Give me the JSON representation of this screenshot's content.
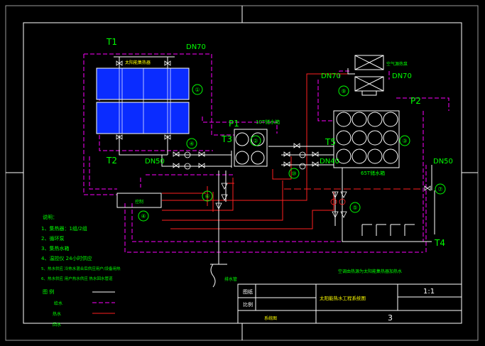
{
  "labels": {
    "t1": "T1",
    "t2": "T2",
    "t3": "T3",
    "t4": "T4",
    "t5": "T5",
    "p1": "P1",
    "p2": "P2",
    "dn70_top": "DN70",
    "dn70_mid": "DN70",
    "dn70_right": "DN70",
    "dn50_left": "DN50",
    "dn50_right": "DN50",
    "dn40": "DN40",
    "tank10": "10T储水箱",
    "tank65": "65T储水箱",
    "collector_label": "太阳能集热器",
    "heatpump_label": "空气源热泵",
    "controller": "控制",
    "drain": "排水管",
    "mid_note": "空调由热源为太阳能集热器加热水",
    "n1": "①",
    "n2": "②",
    "n3": "③",
    "n4a": "④",
    "n4b": "④",
    "n5": "⑤",
    "n6": "⑥",
    "n7": "⑦",
    "n9": "⑨",
    "n10": "⑩"
  },
  "notes": {
    "title": "说明：",
    "lines": [
      "1、集热器：1组/2组",
      "2、循环泵",
      "3、集热水箱",
      "4、温控仪 24小时供应",
      "5、热水供应  冷热水混合后供应用户/设备用热",
      "6、热水供应  用户热水供应  热水回水管道"
    ],
    "legend_title": "图  例",
    "legend": [
      {
        "label": "给水",
        "style": "solid",
        "color": "#ffffff"
      },
      {
        "label": "热水",
        "style": "dashed",
        "color": "#ff00ff"
      },
      {
        "label": "回水",
        "style": "solid",
        "color": "#ff2020"
      }
    ]
  },
  "titleblock": {
    "row1_label": "图纸",
    "row2_label": "比例",
    "project": "太阳能热水工程系统图",
    "scale": "1:1",
    "sheet_no": "3",
    "footer": "系统图"
  },
  "colors": {
    "border": "#ffffff",
    "frame_tick": "#ffffff",
    "label_green": "#00ff00",
    "hot_pipe": "#ff00ff",
    "return_pipe": "#ff2020",
    "collector": "#0a2cff",
    "title_yellow": "#ffff00"
  }
}
